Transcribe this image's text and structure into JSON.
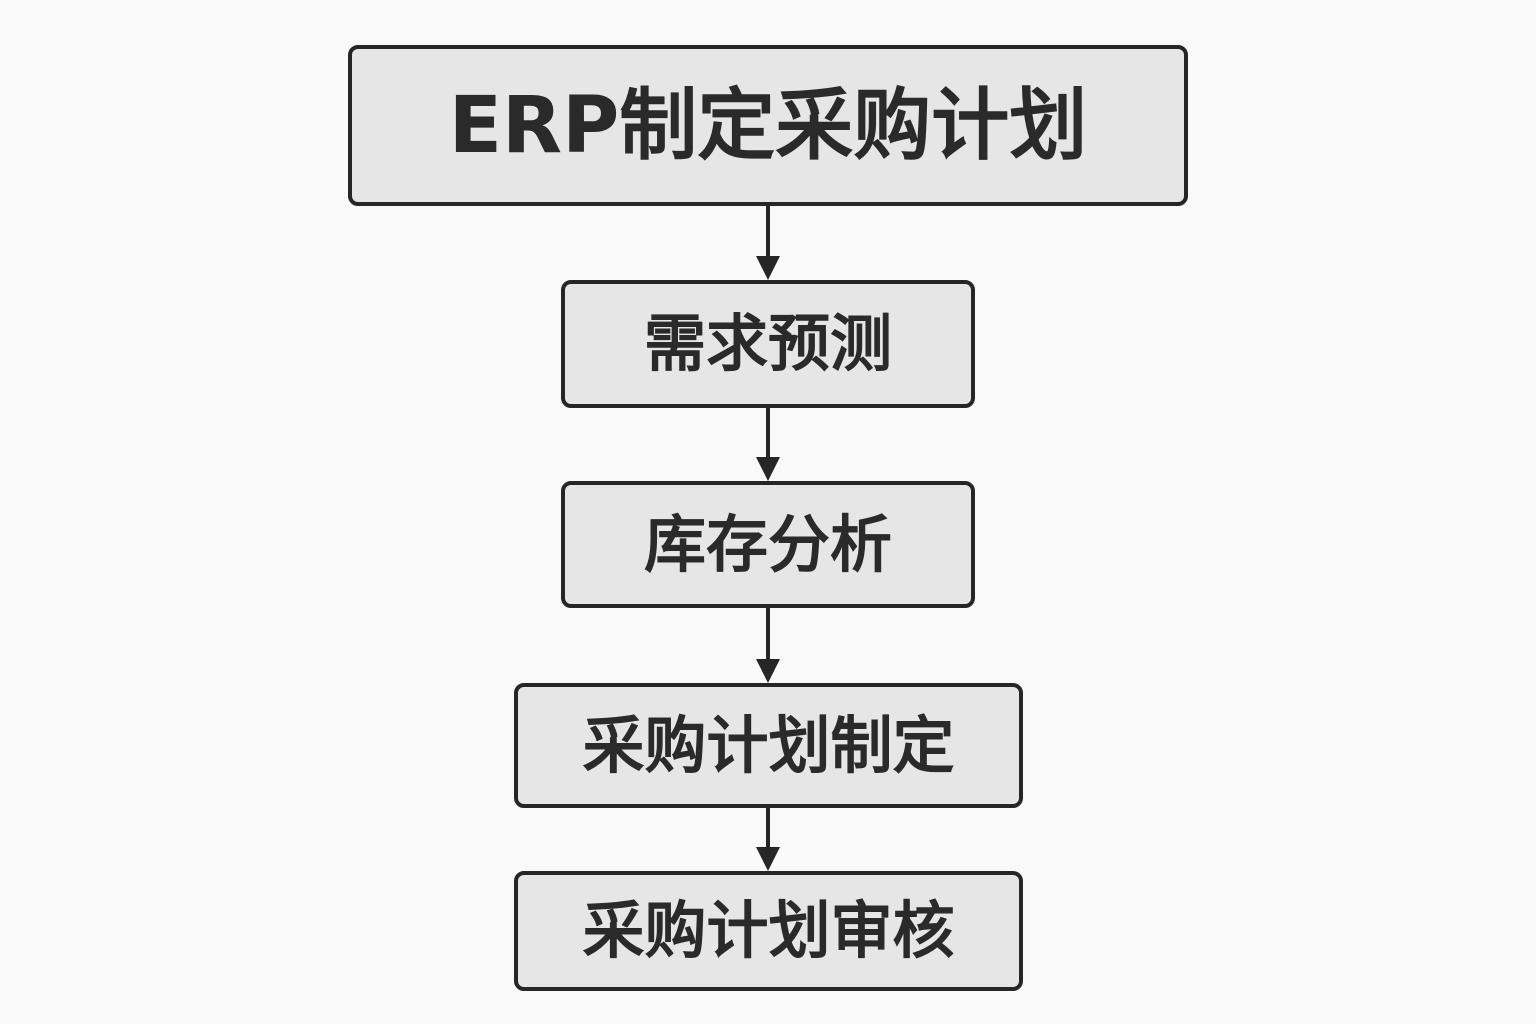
{
  "flowchart": {
    "nodes": [
      {
        "label": "ERP制定采购计划"
      },
      {
        "label": "需求预测"
      },
      {
        "label": "库存分析"
      },
      {
        "label": "采购计划制定"
      },
      {
        "label": "采购计划审核"
      }
    ],
    "edges": [
      {
        "from": 0,
        "to": 1
      },
      {
        "from": 1,
        "to": 2
      },
      {
        "from": 2,
        "to": 3
      },
      {
        "from": 3,
        "to": 4
      }
    ],
    "colors": {
      "node_fill": "#e6e6e6",
      "node_border": "#262626",
      "text": "#2a2a2a",
      "arrow": "#262626",
      "background": "#f9f9f9"
    }
  }
}
